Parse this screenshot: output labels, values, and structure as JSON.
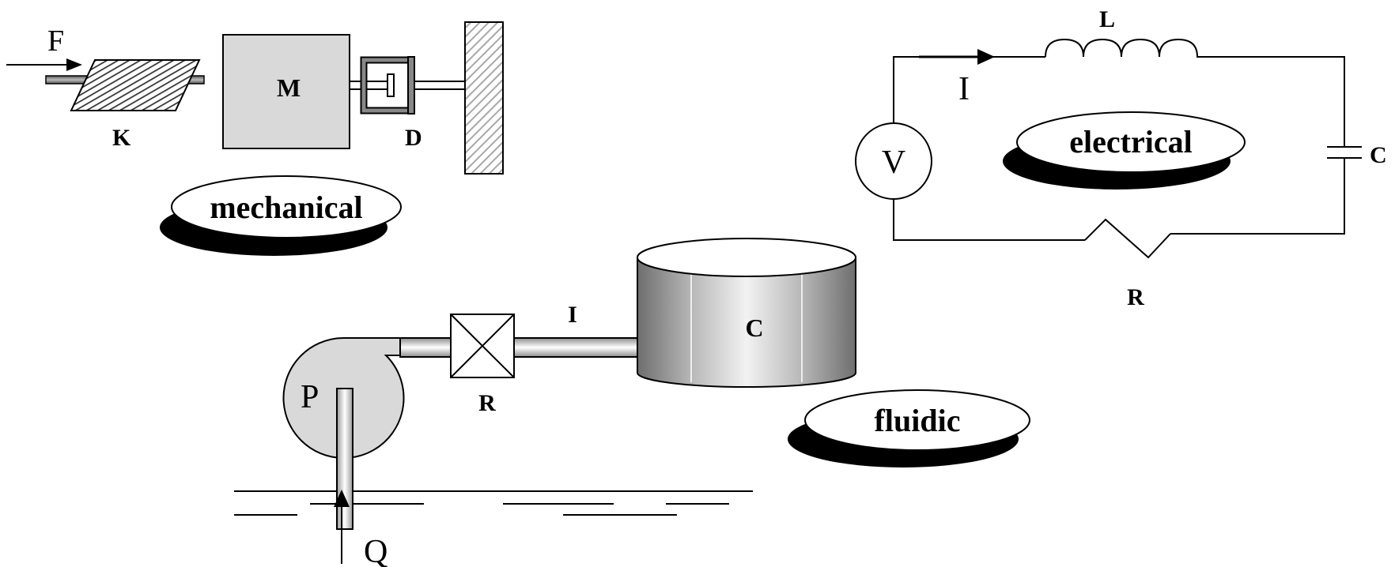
{
  "mechanical": {
    "force_label": "F",
    "spring_label": "K",
    "mass_label": "M",
    "damper_label": "D",
    "badge_label": "mechanical"
  },
  "electrical": {
    "inductor_label": "L",
    "current_label": "I",
    "source_label": "V",
    "capacitor_label": "C",
    "resistor_label": "R",
    "badge_label": "electrical"
  },
  "fluidic": {
    "inertance_label": "I",
    "capacitance_label": "C",
    "resistance_label": "R",
    "pump_label": "P",
    "flow_label": "Q",
    "badge_label": "fluidic"
  },
  "colors": {
    "line": "#000000",
    "mass_fill": "#d9d9d9",
    "pump_fill": "#d9d9d9",
    "spring_fill": "#808080",
    "wall_hatch": "#b0b0b0",
    "badge_shadow": "#000000",
    "badge_fill": "#ffffff"
  }
}
